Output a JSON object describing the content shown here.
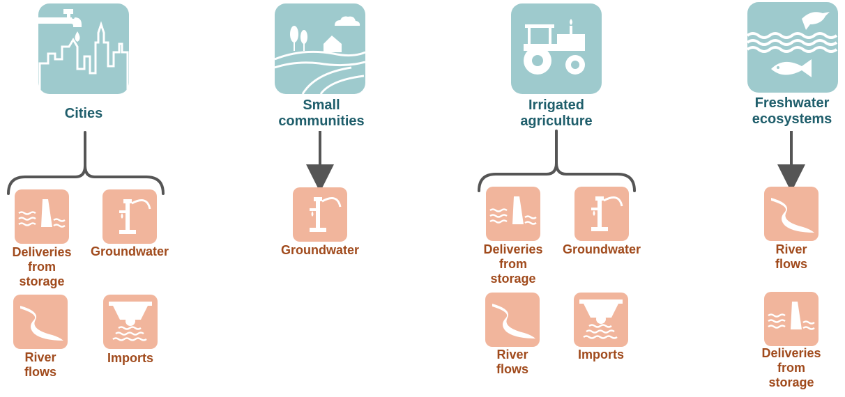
{
  "colors": {
    "sector_icon_bg": "#9ecacd",
    "sector_label": "#1f5e6b",
    "source_icon_bg": "#f1b59c",
    "source_label": "#a04a1c",
    "connector": "#555555"
  },
  "sectors": [
    {
      "label_lines": [
        "Cities"
      ],
      "icon": "city-faucet-icon",
      "sources": [
        {
          "label_lines": [
            "Deliveries",
            "from",
            "storage"
          ],
          "icon": "dam-icon"
        },
        {
          "label_lines": [
            "Groundwater"
          ],
          "icon": "water-pump-icon"
        },
        {
          "label_lines": [
            "River",
            "flows"
          ],
          "icon": "river-icon"
        },
        {
          "label_lines": [
            "Imports"
          ],
          "icon": "aqueduct-icon"
        }
      ]
    },
    {
      "label_lines": [
        "Small",
        "communities"
      ],
      "icon": "farmland-icon",
      "sources": [
        {
          "label_lines": [
            "Groundwater"
          ],
          "icon": "water-pump-icon"
        }
      ]
    },
    {
      "label_lines": [
        "Irrigated",
        "agriculture"
      ],
      "icon": "tractor-icon",
      "sources": [
        {
          "label_lines": [
            "Deliveries",
            "from",
            "storage"
          ],
          "icon": "dam-icon"
        },
        {
          "label_lines": [
            "Groundwater"
          ],
          "icon": "water-pump-icon"
        },
        {
          "label_lines": [
            "River",
            "flows"
          ],
          "icon": "river-icon"
        },
        {
          "label_lines": [
            "Imports"
          ],
          "icon": "aqueduct-icon"
        }
      ]
    },
    {
      "label_lines": [
        "Freshwater",
        "ecosystems"
      ],
      "icon": "fish-bird-icon",
      "sources": [
        {
          "label_lines": [
            "River",
            "flows"
          ],
          "icon": "river-icon"
        },
        {
          "label_lines": [
            "Deliveries",
            "from",
            "storage"
          ],
          "icon": "dam-icon"
        }
      ]
    }
  ]
}
